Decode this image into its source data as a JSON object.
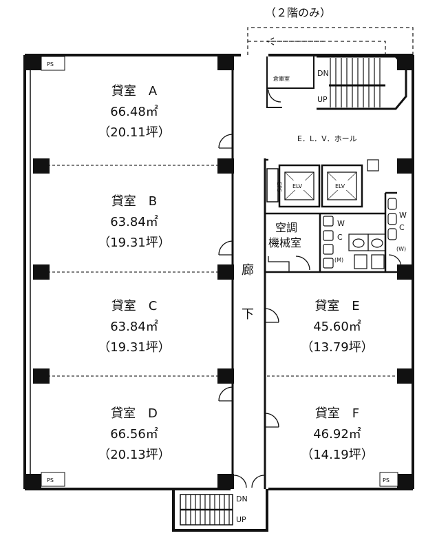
{
  "floor_note": "（２階のみ）",
  "rooms": [
    {
      "name": "貸室　A",
      "area": "66.48㎡",
      "tsubo": "（20.11坪）"
    },
    {
      "name": "貸室　B",
      "area": "63.84㎡",
      "tsubo": "（19.31坪）"
    },
    {
      "name": "貸室　C",
      "area": "63.84㎡",
      "tsubo": "（19.31坪）"
    },
    {
      "name": "貸室　D",
      "area": "66.56㎡",
      "tsubo": "（20.13坪）"
    },
    {
      "name": "貸室　E",
      "area": "45.60㎡",
      "tsubo": "（13.79坪）"
    },
    {
      "name": "貸室　F",
      "area": "46.92㎡",
      "tsubo": "（14.19坪）"
    }
  ],
  "labels": {
    "ps": "PS",
    "dn": "DN",
    "up": "UP",
    "elv_hall": "E．L．V．ホール",
    "elv": "ELV",
    "corridor_1": "廊",
    "corridor_2": "下",
    "mech_1": "空調",
    "mech_2": "機械室",
    "wc_w": "W",
    "wc_c": "C",
    "men": "(M)",
    "women": "(W)",
    "eps": "EPS",
    "storage": "倉庫室"
  }
}
